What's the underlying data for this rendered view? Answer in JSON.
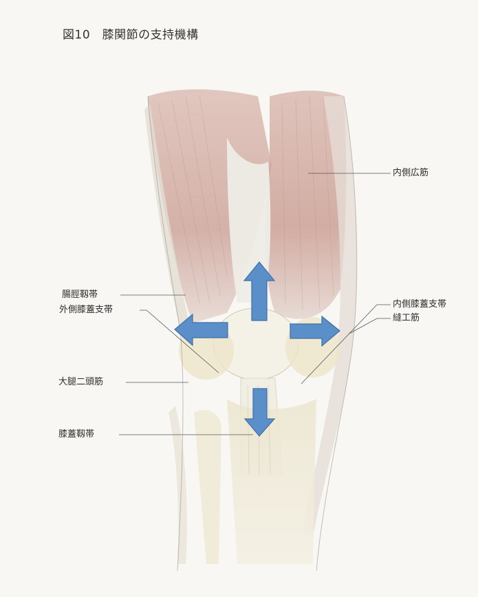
{
  "figure": {
    "title": "図10　膝関節の支持機構"
  },
  "labels": {
    "vastus_medialis": "内側広筋",
    "iliotibial_band": "腸脛靱帯",
    "lateral_retinaculum": "外側膝蓋支帯",
    "biceps_femoris": "大腿二頭筋",
    "patellar_ligament": "膝蓋靱帯",
    "medial_retinaculum": "内側膝蓋支帯",
    "sartorius": "縫工筋"
  },
  "colors": {
    "arrow_fill": "#5b8fc9",
    "arrow_stroke": "#3f6fa5",
    "muscle": "#c79a8f",
    "tendon": "#e9e6dc",
    "leader_line": "#555555"
  },
  "arrows": [
    "arrow-up",
    "arrow-left",
    "arrow-right",
    "arrow-down"
  ]
}
